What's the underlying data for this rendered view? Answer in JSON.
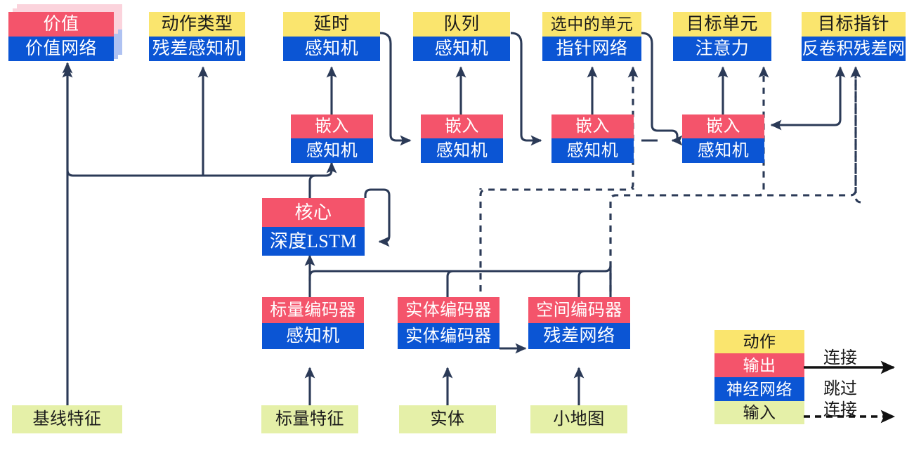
{
  "diagram": {
    "title": "AlphaStar-style agent architecture (Chinese labels)",
    "palette": {
      "action": "#FAE56E",
      "output": "#F4546B",
      "network": "#0B55D4",
      "input": "#E5F0A8",
      "wire": "#2B3A57",
      "ghost_top": "#FBD3DC",
      "ghost_bottom": "#AFC2F2"
    },
    "outputs": [
      {
        "id": "value",
        "top": "价值",
        "bottom": "价值网络",
        "top_kind": "output",
        "stacked": true
      },
      {
        "id": "action_type",
        "top": "动作类型",
        "bottom": "残差感知机",
        "top_kind": "action",
        "stacked": false
      },
      {
        "id": "delay",
        "top": "延时",
        "bottom": "感知机",
        "top_kind": "action",
        "stacked": false
      },
      {
        "id": "queue",
        "top": "队列",
        "bottom": "感知机",
        "top_kind": "action",
        "stacked": false
      },
      {
        "id": "selected",
        "top": "选中的单元",
        "bottom": "指针网络",
        "top_kind": "action",
        "stacked": false
      },
      {
        "id": "target_unit",
        "top": "目标单元",
        "bottom": "注意力",
        "top_kind": "action",
        "stacked": false
      },
      {
        "id": "target_point",
        "top": "目标指针",
        "bottom": "反卷积残差网",
        "top_kind": "action",
        "stacked": false
      }
    ],
    "embeds": [
      {
        "id": "embed1",
        "top": "嵌入",
        "bottom": "感知机"
      },
      {
        "id": "embed2",
        "top": "嵌入",
        "bottom": "感知机"
      },
      {
        "id": "embed3",
        "top": "嵌入",
        "bottom": "感知机"
      },
      {
        "id": "embed4",
        "top": "嵌入",
        "bottom": "感知机"
      }
    ],
    "core": {
      "id": "core",
      "top": "核心",
      "bottom": "深度LSTM"
    },
    "encoders": [
      {
        "id": "scalar_encoder",
        "top": "标量编码器",
        "bottom": "感知机"
      },
      {
        "id": "entity_encoder",
        "top": "实体编码器",
        "bottom": "实体编码器"
      },
      {
        "id": "spatial_encoder",
        "top": "空间编码器",
        "bottom": "残差网络"
      }
    ],
    "inputs": [
      {
        "id": "baseline_features",
        "label": "基线特征"
      },
      {
        "id": "scalar_features",
        "label": "标量特征"
      },
      {
        "id": "entities",
        "label": "实体"
      },
      {
        "id": "minimap",
        "label": "小地图"
      }
    ],
    "legend": {
      "swatches": [
        {
          "id": "legend-action",
          "label": "动作",
          "kind": "action"
        },
        {
          "id": "legend-output",
          "label": "输出",
          "kind": "output"
        },
        {
          "id": "legend-network",
          "label": "神经网络",
          "kind": "network"
        },
        {
          "id": "legend-input",
          "label": "输入",
          "kind": "input"
        }
      ],
      "edges": [
        {
          "id": "legend-connection",
          "label": "连接",
          "style": "solid"
        },
        {
          "id": "legend-skip-connection",
          "label_1": "跳过",
          "label_2": "连接",
          "style": "dashed"
        }
      ]
    }
  }
}
